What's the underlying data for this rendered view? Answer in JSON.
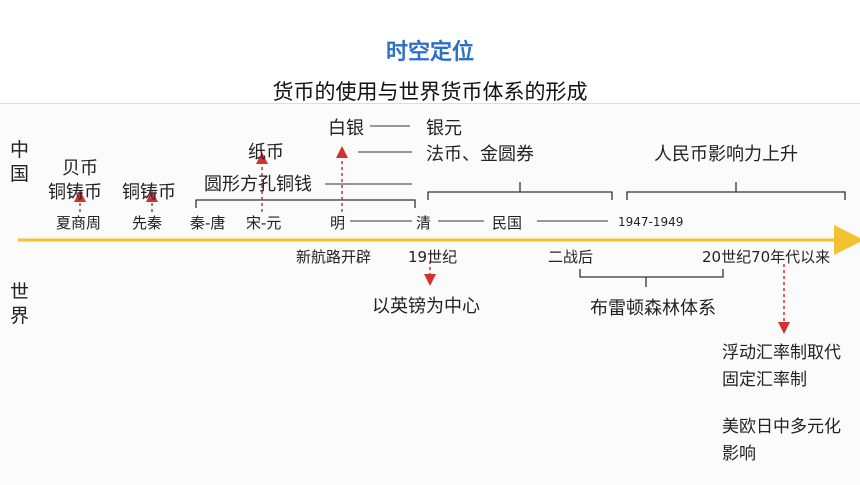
{
  "title": "时空定位",
  "subtitle": "货币的使用与世界货币体系的形成",
  "side_labels": {
    "china": "中国",
    "world": "世界"
  },
  "china": {
    "currencies": {
      "shell": "贝币",
      "bronze1": "铜铸币",
      "bronze2": "铜铸币",
      "round_coin": "圆形方孔铜钱",
      "paper": "纸币",
      "silver": "白银",
      "silver_dollar": "银元",
      "fabi": "法币、金圆券",
      "rmb": "人民币影响力上升"
    },
    "periods": {
      "xsz": "夏商周",
      "xq": "先秦",
      "qt": "秦-唐",
      "sy": "宋-元",
      "ming": "明",
      "qing": "清",
      "mg": "民国",
      "prc": "1947-1949"
    }
  },
  "timeline_events": {
    "route": "新航路开辟",
    "c19": "19世纪",
    "ww2": "二战后",
    "c20": "20世纪70年代以来"
  },
  "world": {
    "pound": "以英镑为中心",
    "bretton": "布雷顿森林体系",
    "floating": "浮动汇率制取代固定汇率制",
    "multi": "美欧日中多元化影响"
  },
  "colors": {
    "title": "#2f6fc8",
    "axis": "#f2c230",
    "arrow": "#d33030",
    "line": "#333333"
  }
}
